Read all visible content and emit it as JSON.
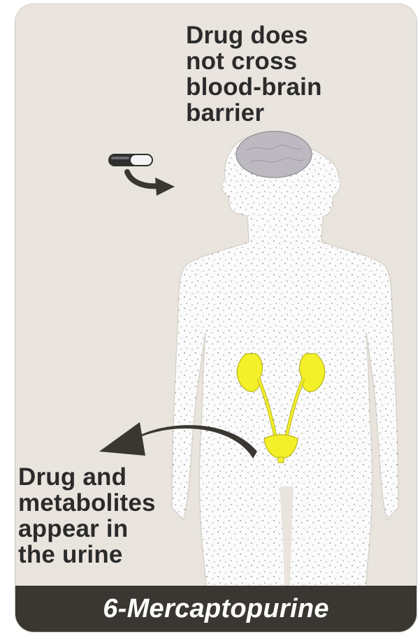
{
  "labels": {
    "blood_brain_barrier": "Drug does\nnot cross\nblood-brain\nbarrier",
    "urine_excretion": "Drug and\nmetabolites\nappear in\nthe urine"
  },
  "title": "6-Mercaptopurine",
  "colors": {
    "background": "#e9e5de",
    "title_bar": "#3a3732",
    "title_text": "#ffffff",
    "label_text": "#2b2b2b",
    "body": "#fbfbfb",
    "brain": "#bdb9c1",
    "urinary_system": "#f3f02a",
    "arrow": "#3a3732"
  },
  "icons": {
    "capsule": "capsule-icon",
    "oral_arrow": "curved-arrow-icon",
    "excretion_arrow": "curved-arrow-icon"
  }
}
